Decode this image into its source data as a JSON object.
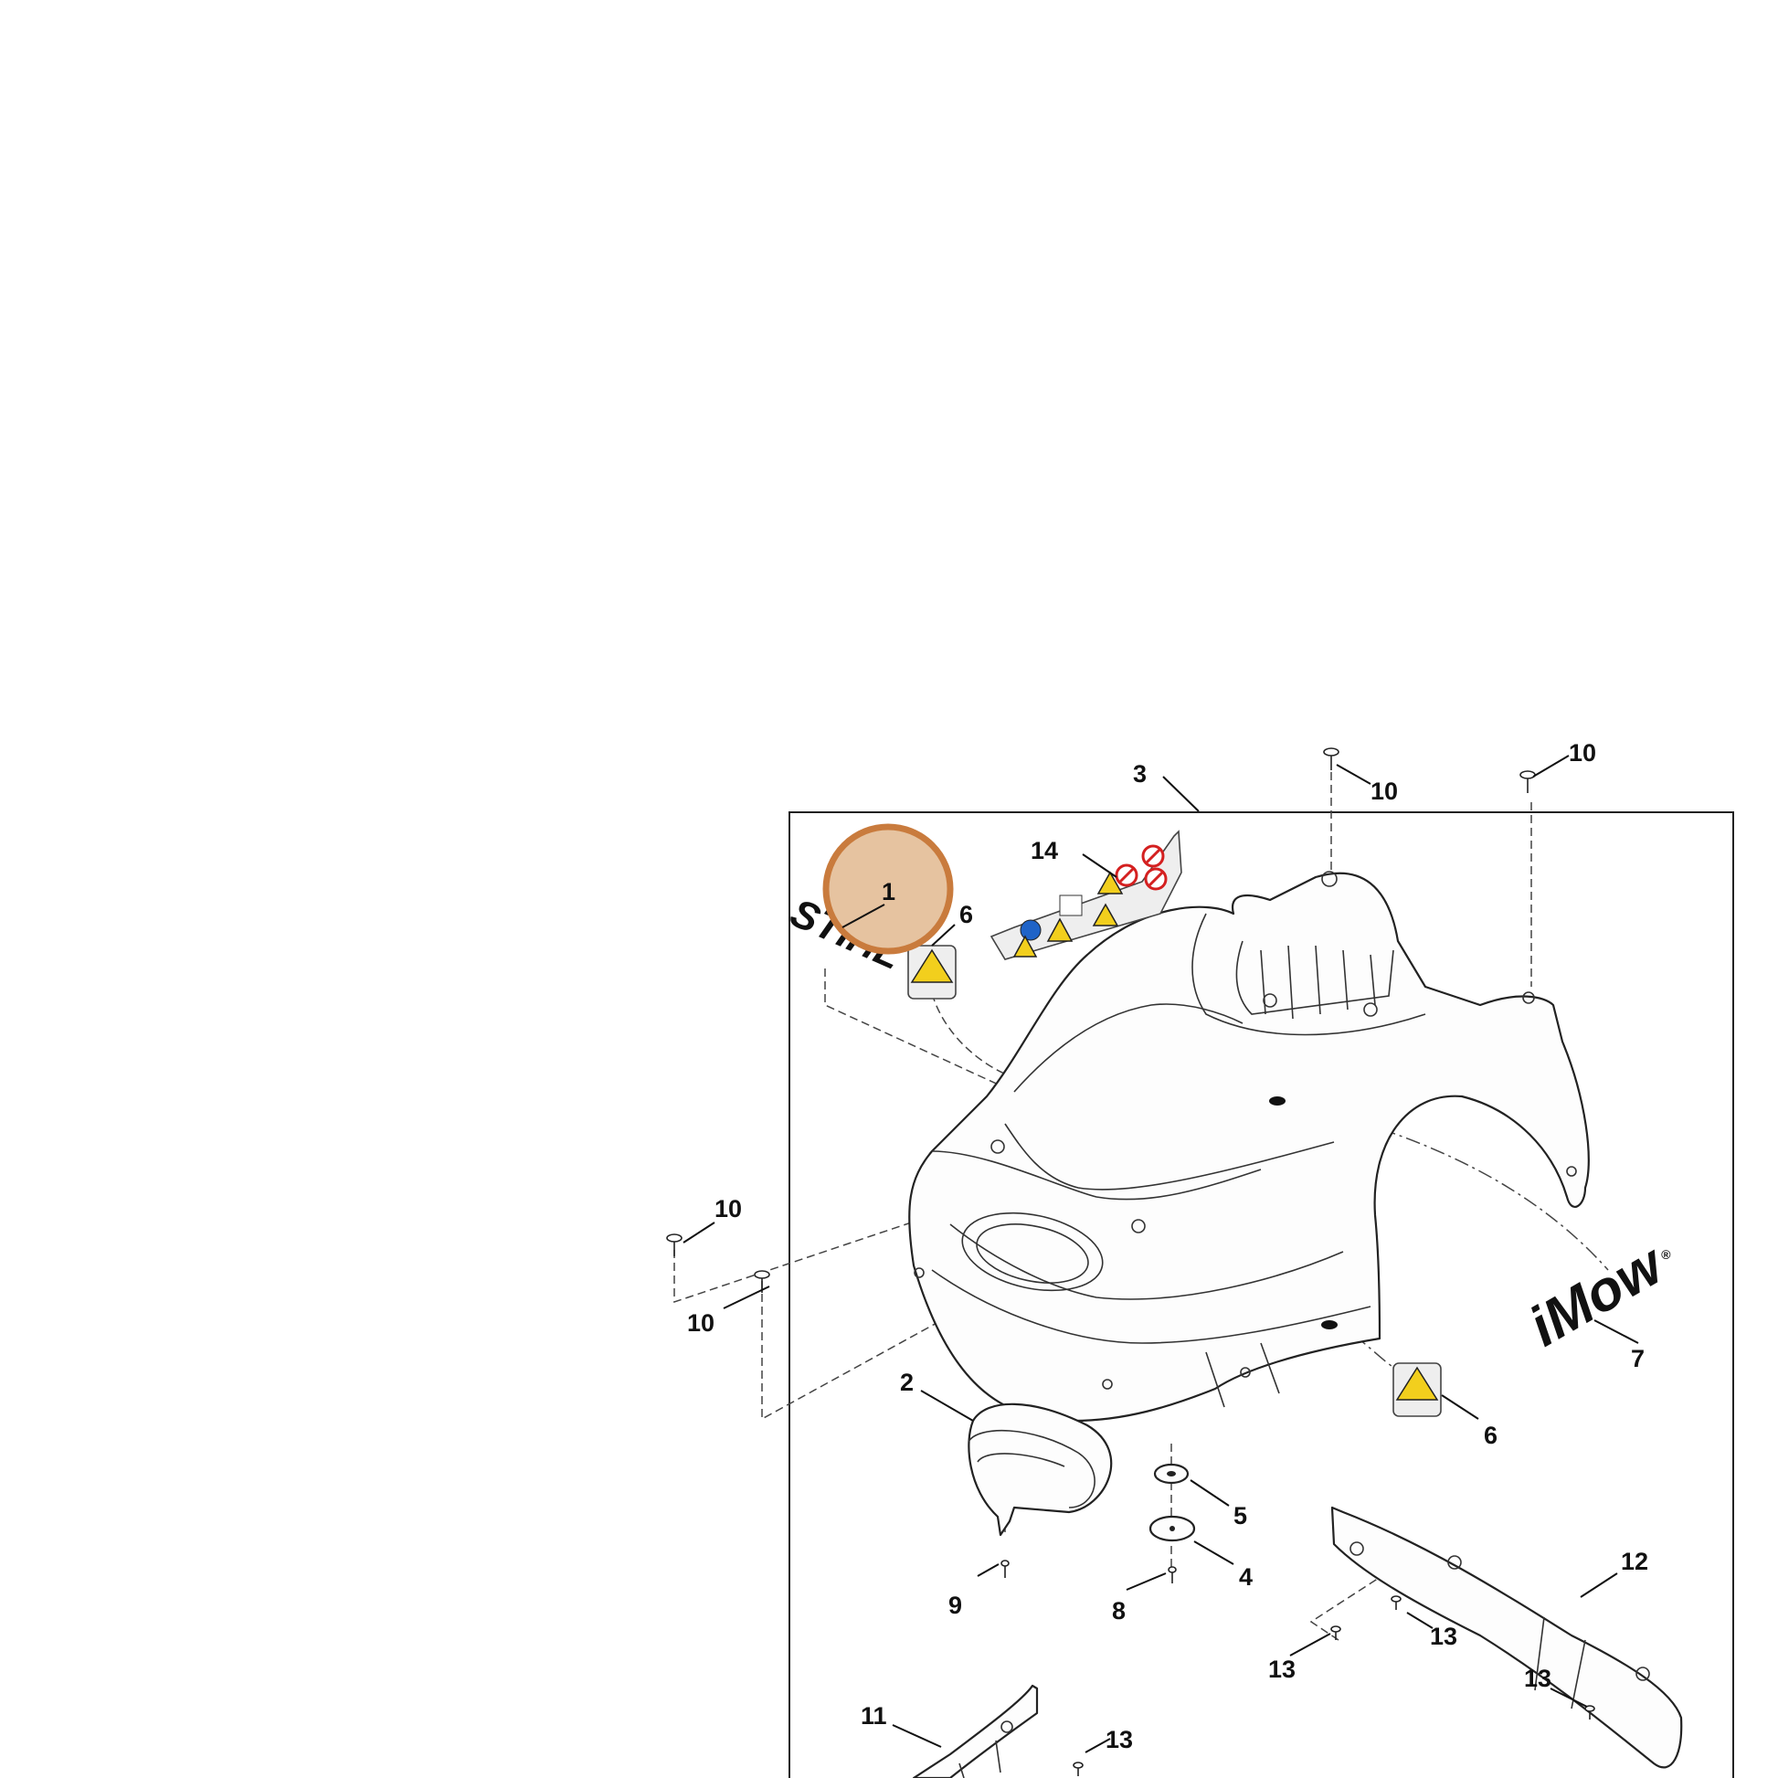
{
  "diagram": {
    "brand_logo_text": "STIHL",
    "model_logo_text": "iMow",
    "model_logo_mark": "®",
    "highlighted_callout": "1",
    "callouts": {
      "c1": "1",
      "c2": "2",
      "c3": "3",
      "c4": "4",
      "c5": "5",
      "c6a": "6",
      "c6b": "6",
      "c7": "7",
      "c8": "8",
      "c9": "9",
      "c10a": "10",
      "c10b": "10",
      "c10c": "10",
      "c10d": "10",
      "c11": "11",
      "c12": "12",
      "c13a": "13",
      "c13b": "13",
      "c13c": "13",
      "c13d": "13",
      "c14": "14"
    },
    "colors": {
      "highlight_fill": "#e6c3a0",
      "highlight_ring": "#c97b3d",
      "warning_yellow": "#f2cf1d",
      "prohibition_red": "#d42020",
      "mandatory_blue": "#1f63c7"
    },
    "icons": [
      "warning-triangle-icon",
      "prohibition-icon",
      "mandatory-blue-icon"
    ]
  }
}
